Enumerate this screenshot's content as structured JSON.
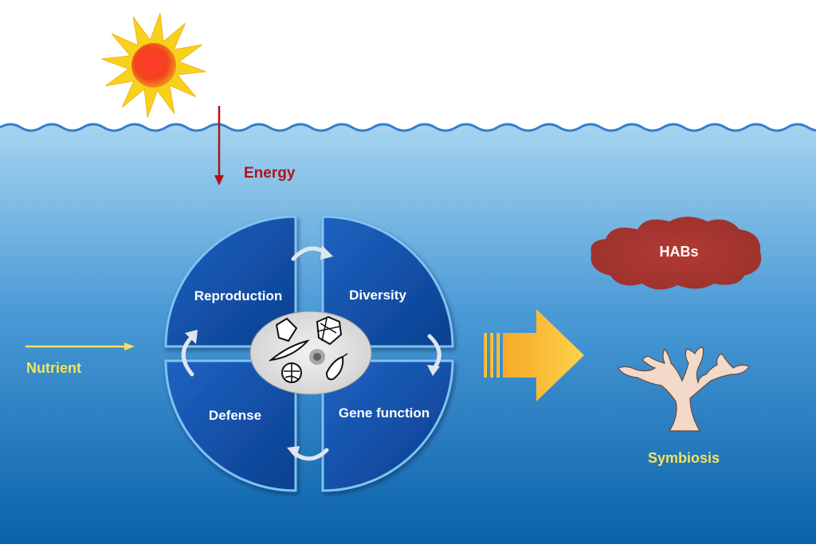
{
  "labels": {
    "energy": "Energy",
    "nutrient": "Nutrient",
    "habs": "HABs",
    "symbiosis": "Symbiosis"
  },
  "quadrants": [
    {
      "key": "reproduction",
      "label": "Reproduction"
    },
    {
      "key": "diversity",
      "label": "Diversity"
    },
    {
      "key": "defense",
      "label": "Defense"
    },
    {
      "key": "gene-function",
      "label": "Gene function"
    }
  ],
  "icons": {
    "sun": "sun-icon",
    "coral": "coral-icon",
    "cloud": "habs-cloud-icon",
    "big_arrow": "big-arrow-icon",
    "cells": "dinoflagellate-cells-icon"
  },
  "colors": {
    "sky": "#ffffff",
    "water_top": "#9fd0ee",
    "water_bottom": "#0a66ad",
    "wave_line": "#2f7fd0",
    "quadrant_fill": "#0d4ea6",
    "quadrant_edge": "#7ec3f2",
    "energy_arrow": "#b1121a",
    "energy_text": "#b1121a",
    "nutrient": "#f5e35a",
    "habs_fill": "#a8322e",
    "coral_fill": "#f3d9c9",
    "symbiosis_text": "#f5e35a",
    "big_arrow_start": "#f6a623",
    "big_arrow_end": "#fcd34d"
  }
}
